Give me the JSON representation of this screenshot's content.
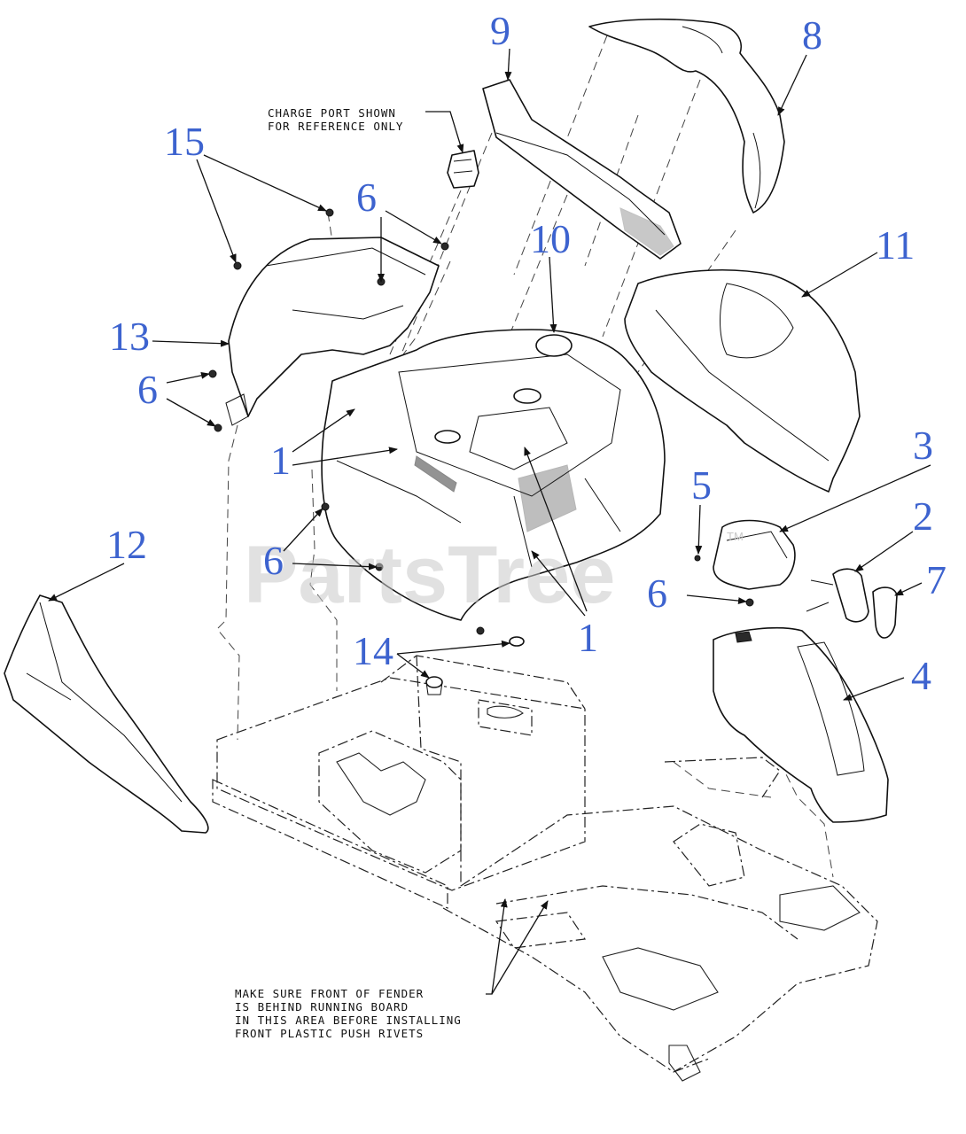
{
  "diagram": {
    "callouts": {
      "c1a": "1",
      "c1b": "1",
      "c2": "2",
      "c3": "3",
      "c4": "4",
      "c5": "5",
      "c6a": "6",
      "c6b": "6",
      "c6c": "6",
      "c6d": "6",
      "c7": "7",
      "c8": "8",
      "c9": "9",
      "c10": "10",
      "c11": "11",
      "c12": "12",
      "c13": "13",
      "c14": "14",
      "c15": "15"
    },
    "notes": {
      "charge_port": [
        "CHARGE PORT SHOWN",
        "FOR REFERENCE ONLY"
      ],
      "fender": [
        "MAKE SURE FRONT OF FENDER",
        "IS BEHIND RUNNING BOARD",
        "IN THIS AREA BEFORE INSTALLING",
        "FRONT PLASTIC PUSH RIVETS"
      ]
    },
    "watermark": {
      "text": "PartsTree",
      "tm": "TM"
    },
    "colors": {
      "callout": "#3d63cf",
      "line": "#111111",
      "watermark": "#c9c9c9"
    }
  }
}
